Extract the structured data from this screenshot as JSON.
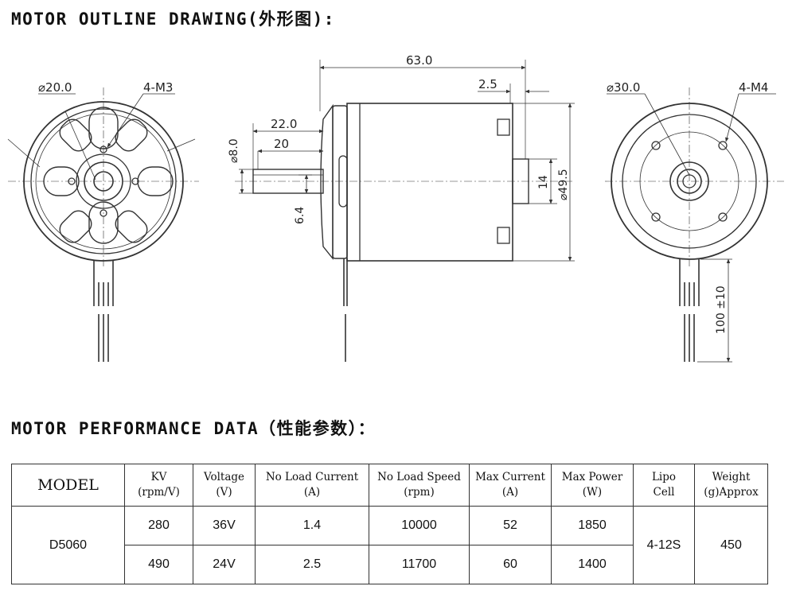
{
  "headings": {
    "outline": "MOTOR OUTLINE DRAWING(外形图):",
    "performance": "MOTOR PERFORMANCE DATA（性能参数）："
  },
  "drawing": {
    "front_view": {
      "bolt_circle": "⌀20.0",
      "screws": "4-M3"
    },
    "side_view": {
      "length": "63.0",
      "rear_offset": "2.5",
      "shaft_length": "22.0",
      "shaft_flat": "20",
      "shaft_diameter": "⌀8.0",
      "flat_depth": "6.4",
      "hub_diameter": "14",
      "body_diameter": "⌀49.5"
    },
    "rear_view": {
      "bolt_circle": "⌀30.0",
      "screws": "4-M4",
      "lead_length": "100 ±10"
    }
  },
  "table": {
    "headers": [
      {
        "line1": "MODEL",
        "line2": ""
      },
      {
        "line1": "KV",
        "line2": "(rpm/V)"
      },
      {
        "line1": "Voltage",
        "line2": "(V)"
      },
      {
        "line1": "No Load Current",
        "line2": "(A)"
      },
      {
        "line1": "No Load Speed",
        "line2": "(rpm)"
      },
      {
        "line1": "Max Current",
        "line2": "(A)"
      },
      {
        "line1": "Max Power",
        "line2": "(W)"
      },
      {
        "line1": "Lipo",
        "line2": "Cell"
      },
      {
        "line1": "Weight",
        "line2": "(g)Approx"
      }
    ],
    "model": "D5060",
    "lipo": "4-12S",
    "weight": "450",
    "rows": [
      {
        "kv": "280",
        "voltage": "36V",
        "no_load_current": "1.4",
        "no_load_speed": "10000",
        "max_current": "52",
        "max_power": "1850"
      },
      {
        "kv": "490",
        "voltage": "24V",
        "no_load_current": "2.5",
        "no_load_speed": "11700",
        "max_current": "60",
        "max_power": "1400"
      }
    ]
  }
}
